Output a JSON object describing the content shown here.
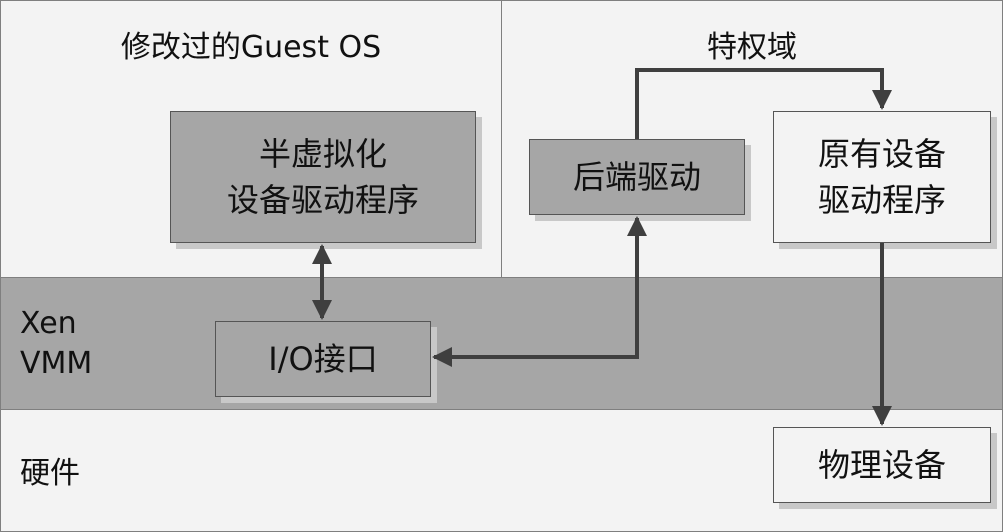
{
  "zones": {
    "guest_title": "修改过的Guest OS",
    "priv_title": "特权域",
    "vmm_label": "Xen\nVMM",
    "hw_label": "硬件"
  },
  "boxes": {
    "pv_driver": "半虚拟化\n设备驱动程序",
    "backend": "后端驱动",
    "native_driver": "原有设备\n驱动程序",
    "io": "I/O接口",
    "physical": "物理设备"
  },
  "colors": {
    "zone_light": "#f3f3f3",
    "zone_dark": "#a6a6a6",
    "arrow": "#3f3f3f",
    "border": "#7f7f7f"
  }
}
